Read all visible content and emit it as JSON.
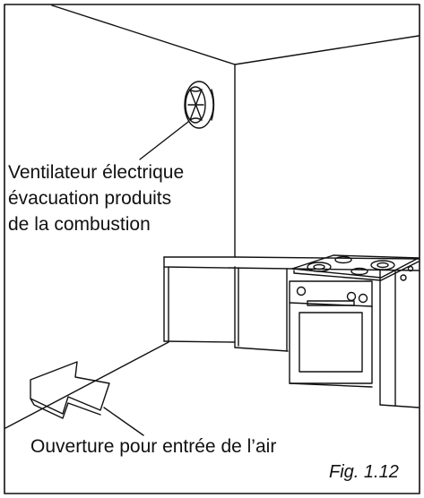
{
  "labels": {
    "fan_line1": "Ventilateur électrique",
    "fan_line2": "évacuation produits",
    "fan_line3": "de la combustion",
    "air_inlet": "Ouverture pour entrée de l’air",
    "figure": "Fig. 1.12"
  },
  "colors": {
    "stroke": "#111111",
    "background": "#ffffff"
  }
}
